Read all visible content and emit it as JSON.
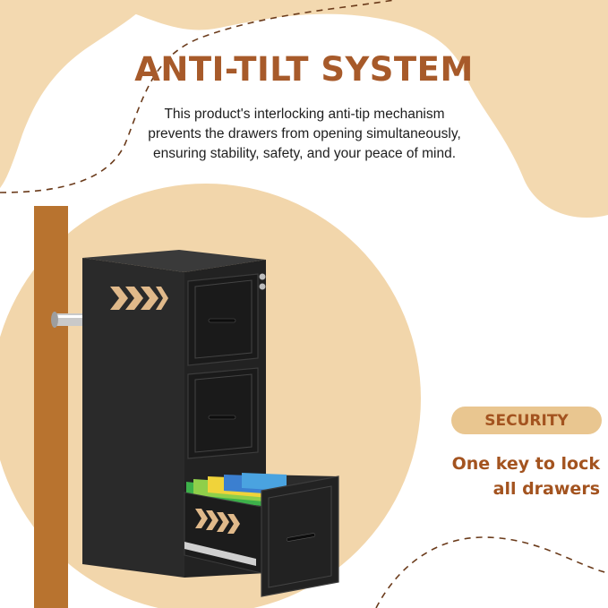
{
  "headline": "ANTI-TILT SYSTEM",
  "description": {
    "lines": [
      "This product's interlocking anti-tip mechanism",
      "prevents the drawers from opening simultaneously,",
      "ensuring stability, safety, and your peace of mind."
    ]
  },
  "badge": {
    "label": "SECURITY"
  },
  "feature": {
    "lines": [
      "One key to lock",
      "all drawers"
    ]
  },
  "colors": {
    "accent": "#a75a2a",
    "beige_blob": "#f2d8ae",
    "badge_fill": "#e9c690",
    "wall": "#b8732f",
    "cabinet": "#2a2a2a"
  },
  "icons": [
    "chevron-arrows-icon",
    "lock-icon",
    "drawer-handle-icon",
    "anti-tilt-bolt-icon"
  ]
}
